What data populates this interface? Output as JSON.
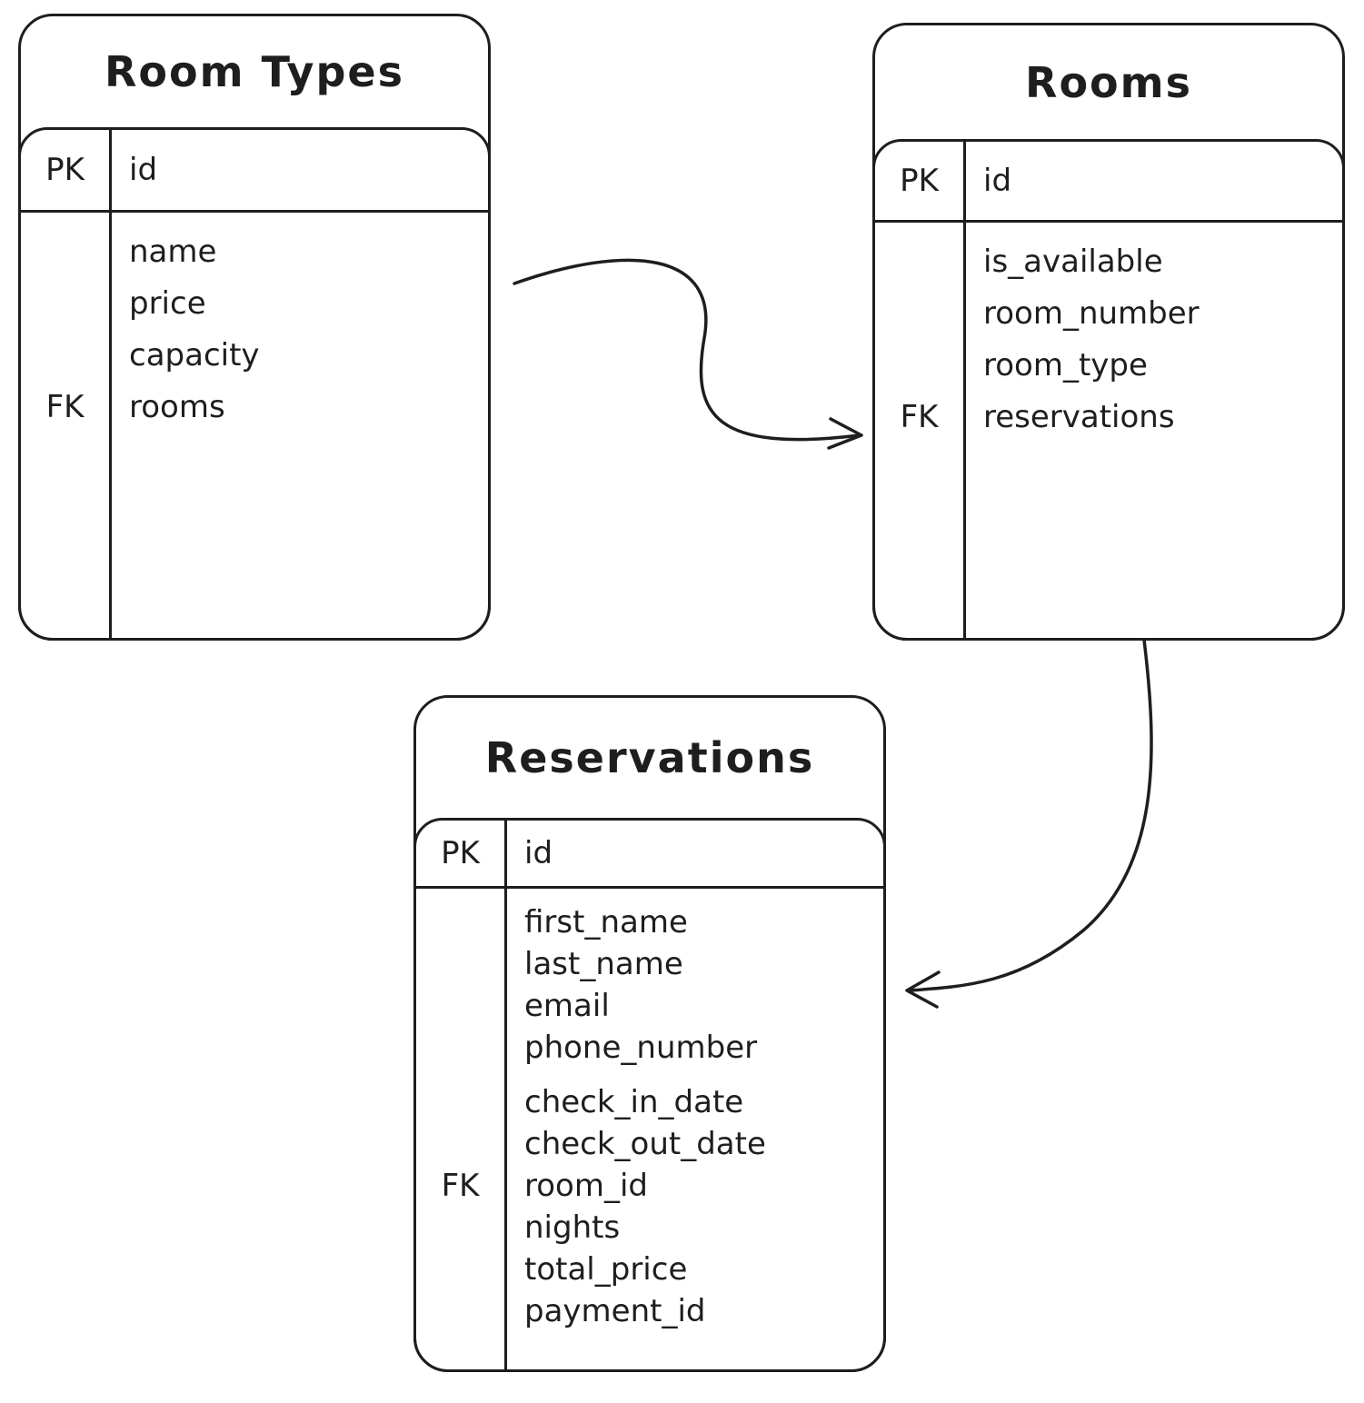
{
  "diagram": {
    "colors": {
      "stroke": "#1e1e1e",
      "background": "#ffffff"
    },
    "tables": [
      {
        "title": "Room Types",
        "key_header": "PK",
        "id_field": "id",
        "rows": [
          {
            "key": "",
            "name": "name"
          },
          {
            "key": "",
            "name": "price"
          },
          {
            "key": "",
            "name": "capacity"
          },
          {
            "key": "FK",
            "name": "rooms"
          }
        ]
      },
      {
        "title": "Rooms",
        "key_header": "PK",
        "id_field": "id",
        "rows": [
          {
            "key": "",
            "name": "is_available"
          },
          {
            "key": "",
            "name": "room_number"
          },
          {
            "key": "",
            "name": "room_type"
          },
          {
            "key": "FK",
            "name": "reservations"
          }
        ]
      },
      {
        "title": "Reservations",
        "key_header": "PK",
        "id_field": "id",
        "rows": [
          {
            "key": "",
            "name": "first_name"
          },
          {
            "key": "",
            "name": "last_name"
          },
          {
            "key": "",
            "name": "email"
          },
          {
            "key": "",
            "name": "phone_number"
          },
          {
            "key": "",
            "name": "check_in_date"
          },
          {
            "key": "",
            "name": "check_out_date"
          },
          {
            "key": "FK",
            "name": "room_id"
          },
          {
            "key": "",
            "name": "nights"
          },
          {
            "key": "",
            "name": "total_price"
          },
          {
            "key": "",
            "name": "payment_id"
          }
        ]
      }
    ],
    "relationships": [
      {
        "from": "Room Types",
        "to": "Rooms"
      },
      {
        "from": "Rooms",
        "to": "Reservations"
      }
    ]
  }
}
